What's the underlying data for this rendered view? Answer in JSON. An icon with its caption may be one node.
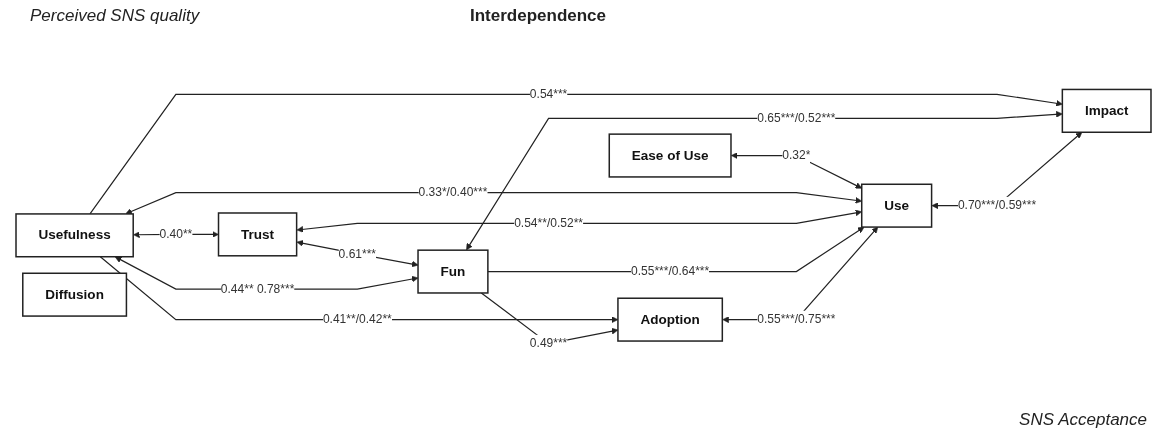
{
  "diagram": {
    "nodes": [
      {
        "text": [
          "Ease of Use"
        ]
      },
      {
        "text": [
          "Usefulness"
        ]
      },
      {
        "text": [
          "Trust"
        ]
      },
      {
        "text": [
          "Fun"
        ]
      },
      {
        "text": [
          "Adoption"
        ]
      },
      {
        "text": [
          "Use"
        ]
      },
      {
        "text": [
          "Impact"
        ]
      },
      {
        "text": [
          "Diffusion"
        ]
      }
    ],
    "edges": [
      {
        "from": 0,
        "to": 5,
        "arrow": "both",
        "label": "0.32*"
      },
      {
        "from": 1,
        "to": 5,
        "arrow": "both",
        "label": "0.33*/0.40***"
      },
      {
        "from": 1,
        "to": 4,
        "arrow": "to",
        "label": "0.41**/0.42**"
      },
      {
        "from": 2,
        "to": 5,
        "arrow": "both",
        "label": "0.54**/0.52**"
      },
      {
        "from": 1,
        "to": 6,
        "arrow": "to",
        "label": "0.54***"
      },
      {
        "from": 3,
        "to": 4,
        "arrow": "to",
        "label": "0.49***"
      },
      {
        "from": 3,
        "to": 5,
        "arrow": "to",
        "label": "0.55***/0.64***"
      },
      {
        "from": 3,
        "to": 6,
        "arrow": "both",
        "label": "0.65***/0.52***"
      },
      {
        "from": 4,
        "to": 5,
        "arrow": "both",
        "label": "0.55***/0.75***"
      },
      {
        "from": 5,
        "to": 6,
        "arrow": "both",
        "label": "0.70***/0.59***"
      },
      {
        "from": 1,
        "to": 2,
        "arrow": "both",
        "label": "0.40**"
      },
      {
        "from": 2,
        "to": 3,
        "arrow": "both",
        "label": "0.61***"
      },
      {
        "from": 1,
        "to": 3,
        "arrow": "both",
        "label": "0.44** 0.78***"
      }
    ],
    "labels": [
      "Perceived SNS quality",
      "Interdependence",
      "SNS Acceptance"
    ]
  }
}
